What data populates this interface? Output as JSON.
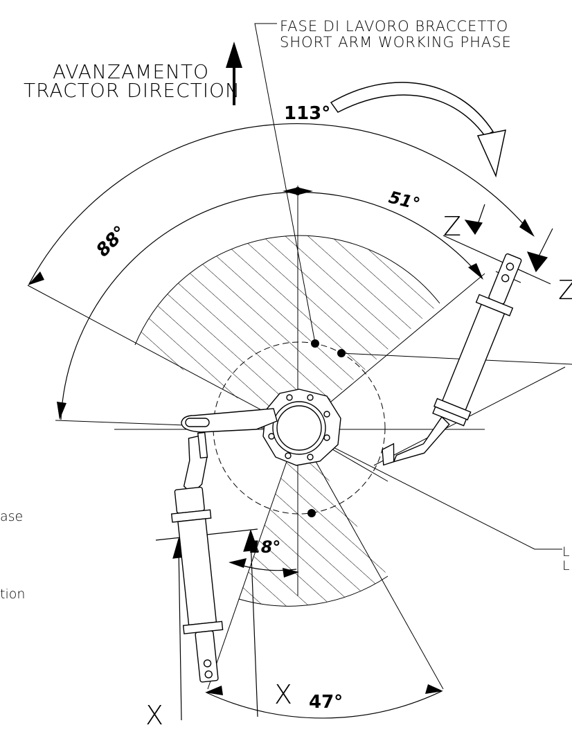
{
  "phase_label": {
    "line1": "FASE DI LAVORO BRACCETTO",
    "line2": "SHORT ARM WORKING PHASE"
  },
  "direction_label": {
    "line1": "AVANZAMENTO",
    "line2": "TRACTOR DIRECTION"
  },
  "angles": {
    "a113": "113°",
    "a51": "51°",
    "a88": "88°",
    "a18": "18°",
    "a47": "47°"
  },
  "section_marks": {
    "z_left": "Z",
    "z_right": "Z",
    "x_left": "X",
    "x_right": "X"
  },
  "cropped_text": {
    "left_1": "ase",
    "left_2": "tion",
    "right_1": "L",
    "right_2": "L"
  },
  "colors": {
    "ink": "#000000",
    "paper": "#ffffff"
  }
}
